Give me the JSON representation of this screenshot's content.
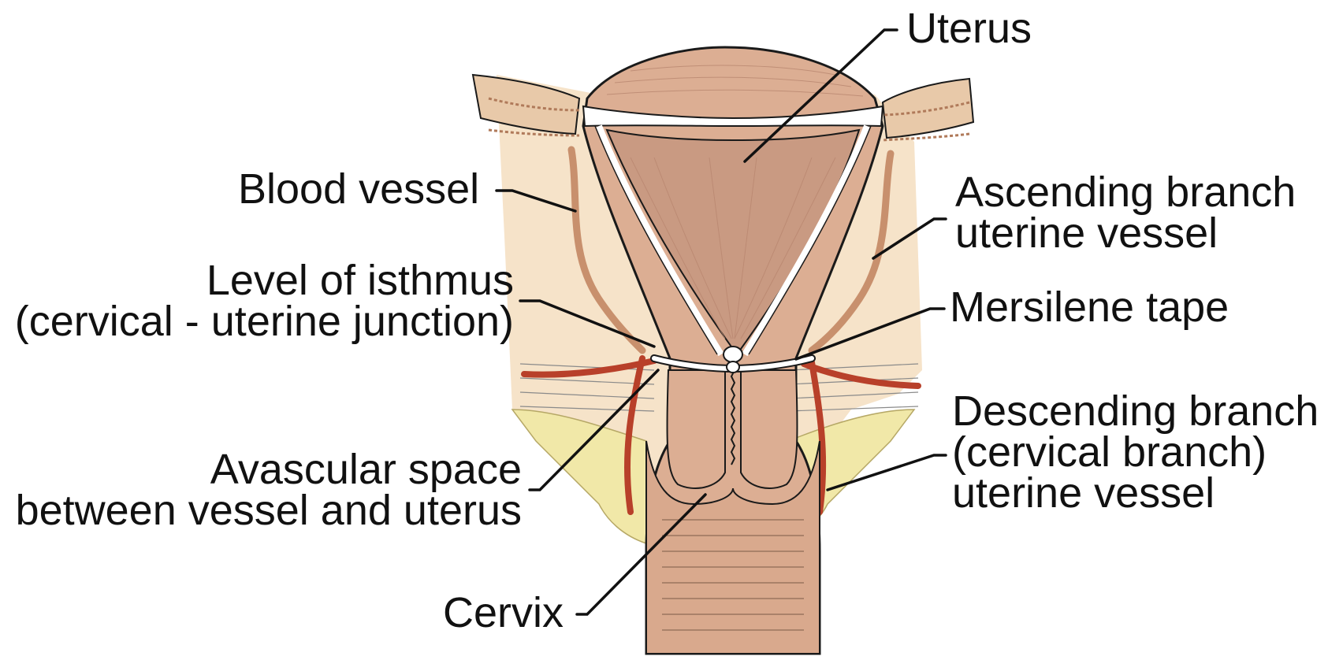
{
  "labels": {
    "uterus": [
      "Uterus"
    ],
    "blood_vessel": [
      "Blood vessel"
    ],
    "isthmus": [
      "Level of isthmus",
      "(cervical - uterine junction)"
    ],
    "avascular": [
      "Avascular space",
      "between vessel and uterus"
    ],
    "cervix": [
      "Cervix"
    ],
    "ascending": [
      "Ascending branch",
      "uterine vessel"
    ],
    "mersilene": [
      "Mersilene tape"
    ],
    "descending": [
      "Descending branch",
      "(cervical branch)",
      "uterine vessel"
    ]
  },
  "colors": {
    "tissue": "#dcae93",
    "tissue_dark": "#b98770",
    "cavity": "#c99a82",
    "fat": "#f1e8a8",
    "ligament_bg": "#f6e3c9",
    "vessel_red": "#b8402a",
    "vessel_tan": "#c8906d",
    "outline": "#1a1a1a",
    "tape": "#ffffff"
  }
}
